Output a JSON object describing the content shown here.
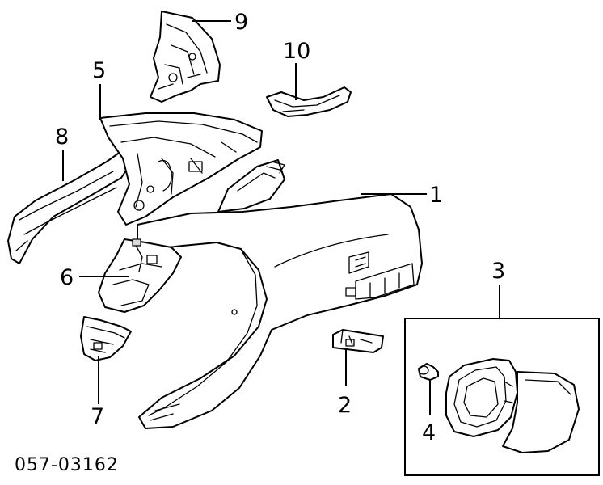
{
  "diagram": {
    "diagram_code": "057-03162",
    "callouts": [
      {
        "id": "1",
        "label": "1"
      },
      {
        "id": "2",
        "label": "2"
      },
      {
        "id": "3",
        "label": "3"
      },
      {
        "id": "4",
        "label": "4"
      },
      {
        "id": "5",
        "label": "5"
      },
      {
        "id": "6",
        "label": "6"
      },
      {
        "id": "7",
        "label": "7"
      },
      {
        "id": "8",
        "label": "8"
      },
      {
        "id": "9",
        "label": "9"
      },
      {
        "id": "10",
        "label": "10"
      }
    ]
  }
}
